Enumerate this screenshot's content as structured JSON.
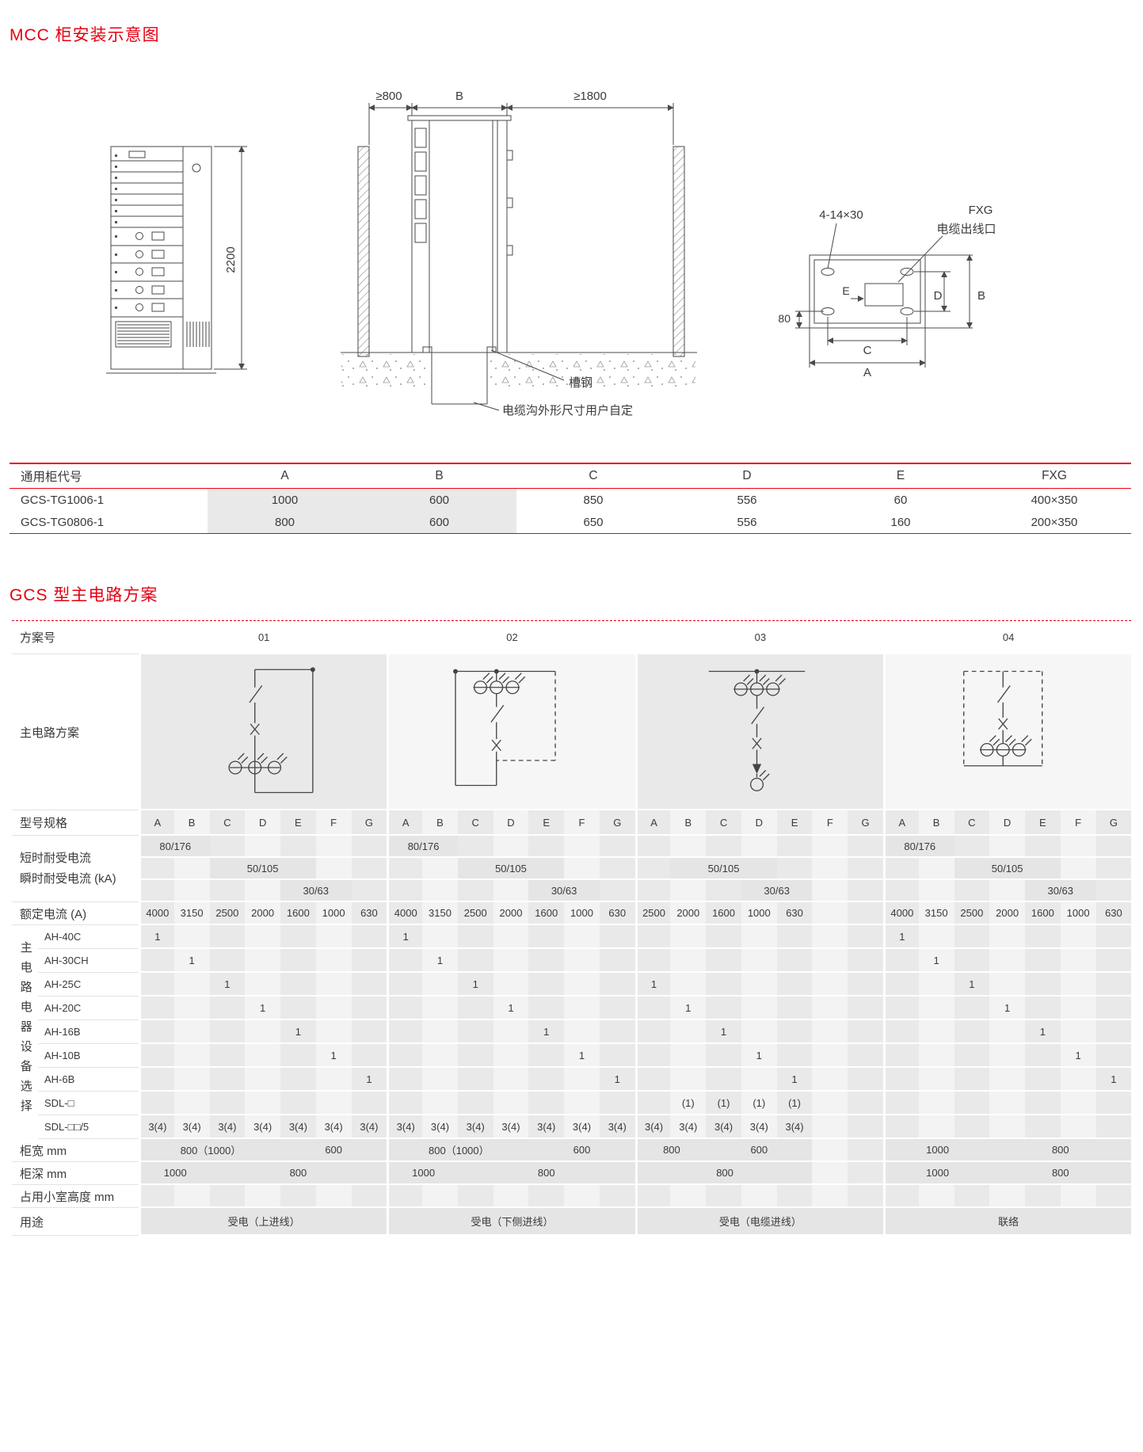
{
  "colors": {
    "accent_red": "#e60012",
    "shade_gray": "#e9e9e9"
  },
  "page": {
    "title_mcc": "MCC 柜安装示意图",
    "title_gcs": "GCS 型主电路方案"
  },
  "diagrams": {
    "front": {
      "dim_height": "2200"
    },
    "section": {
      "dim_left": "≥800",
      "dim_width": "B",
      "dim_right": "≥1800",
      "label_channel_steel": "槽钢",
      "label_trench_note": "电缆沟外形尺寸用户自定"
    },
    "plan": {
      "label_holes": "4-14×30",
      "label_fxg": "FXG",
      "label_cable_outlet": "电缆出线口",
      "dim_80": "80",
      "dim_e": "E",
      "dim_c": "C",
      "dim_a": "A",
      "dim_d": "D",
      "dim_b": "B"
    }
  },
  "dim_table": {
    "headers": [
      "通用柜代号",
      "A",
      "B",
      "C",
      "D",
      "E",
      "FXG"
    ],
    "rows": [
      [
        "GCS-TG1006-1",
        "1000",
        "600",
        "850",
        "556",
        "60",
        "400×350"
      ],
      [
        "GCS-TG0806-1",
        "800",
        "600",
        "650",
        "556",
        "160",
        "200×350"
      ]
    ]
  },
  "scheme_table": {
    "labels": {
      "scheme_no": "方案号",
      "main_circuit": "主电路方案",
      "model_spec": "型号规格",
      "withstand1": "短时耐受电流",
      "withstand2": "瞬时耐受电流 (kA)",
      "rated_current": "额定电流 (A)",
      "equipment_vertical": "主电路电器设备选择",
      "cab_width": "柜宽 mm",
      "cab_depth": "柜深 mm",
      "cell_height": "占用小室高度 mm",
      "usage": "用途"
    },
    "scheme_ids": [
      "01",
      "02",
      "03",
      "04"
    ],
    "letters": [
      "A",
      "B",
      "C",
      "D",
      "E",
      "F",
      "G"
    ],
    "withstand_rows": [
      {
        "cells": [
          [
            {
              "t": "80/176",
              "c": 0,
              "s": 2
            }
          ],
          [
            {
              "t": "80/176",
              "c": 0,
              "s": 2
            }
          ],
          [],
          [
            {
              "t": "80/176",
              "c": 0,
              "s": 2
            }
          ]
        ]
      },
      {
        "cells": [
          [
            {
              "t": "50/105",
              "c": 2,
              "s": 3
            }
          ],
          [
            {
              "t": "50/105",
              "c": 2,
              "s": 3
            }
          ],
          [
            {
              "t": "50/105",
              "c": 1,
              "s": 3
            }
          ],
          [
            {
              "t": "50/105",
              "c": 2,
              "s": 3
            }
          ]
        ]
      },
      {
        "cells": [
          [
            {
              "t": "30/63",
              "c": 4,
              "s": 2
            }
          ],
          [
            {
              "t": "30/63",
              "c": 4,
              "s": 2
            }
          ],
          [
            {
              "t": "30/63",
              "c": 3,
              "s": 2
            }
          ],
          [
            {
              "t": "30/63",
              "c": 4,
              "s": 2
            }
          ]
        ]
      }
    ],
    "rated": [
      [
        "4000",
        "3150",
        "2500",
        "2000",
        "1600",
        "1000",
        "630"
      ],
      [
        "4000",
        "3150",
        "2500",
        "2000",
        "1600",
        "1000",
        "630"
      ],
      [
        "2500",
        "2000",
        "1600",
        "1000",
        "630",
        "",
        ""
      ],
      [
        "4000",
        "3150",
        "2500",
        "2000",
        "1600",
        "1000",
        "630"
      ]
    ],
    "devices": [
      {
        "name": "AH-40C",
        "cells": [
          [
            "1",
            "",
            "",
            "",
            "",
            "",
            ""
          ],
          [
            "1",
            "",
            "",
            "",
            "",
            "",
            ""
          ],
          [
            "",
            "",
            "",
            "",
            "",
            "",
            ""
          ],
          [
            "1",
            "",
            "",
            "",
            "",
            "",
            ""
          ]
        ]
      },
      {
        "name": "AH-30CH",
        "cells": [
          [
            "",
            "1",
            "",
            "",
            "",
            "",
            ""
          ],
          [
            "",
            "1",
            "",
            "",
            "",
            "",
            ""
          ],
          [
            "",
            "",
            "",
            "",
            "",
            "",
            ""
          ],
          [
            "",
            "1",
            "",
            "",
            "",
            "",
            ""
          ]
        ]
      },
      {
        "name": "AH-25C",
        "cells": [
          [
            "",
            "",
            "1",
            "",
            "",
            "",
            ""
          ],
          [
            "",
            "",
            "1",
            "",
            "",
            "",
            ""
          ],
          [
            "1",
            "",
            "",
            "",
            "",
            "",
            ""
          ],
          [
            "",
            "",
            "1",
            "",
            "",
            "",
            ""
          ]
        ]
      },
      {
        "name": "AH-20C",
        "cells": [
          [
            "",
            "",
            "",
            "1",
            "",
            "",
            ""
          ],
          [
            "",
            "",
            "",
            "1",
            "",
            "",
            ""
          ],
          [
            "",
            "1",
            "",
            "",
            "",
            "",
            ""
          ],
          [
            "",
            "",
            "",
            "1",
            "",
            "",
            ""
          ]
        ]
      },
      {
        "name": "AH-16B",
        "cells": [
          [
            "",
            "",
            "",
            "",
            "1",
            "",
            ""
          ],
          [
            "",
            "",
            "",
            "",
            "1",
            "",
            ""
          ],
          [
            "",
            "",
            "1",
            "",
            "",
            "",
            ""
          ],
          [
            "",
            "",
            "",
            "",
            "1",
            "",
            ""
          ]
        ]
      },
      {
        "name": "AH-10B",
        "cells": [
          [
            "",
            "",
            "",
            "",
            "",
            "1",
            ""
          ],
          [
            "",
            "",
            "",
            "",
            "",
            "1",
            ""
          ],
          [
            "",
            "",
            "",
            "1",
            "",
            "",
            ""
          ],
          [
            "",
            "",
            "",
            "",
            "",
            "1",
            ""
          ]
        ]
      },
      {
        "name": "AH-6B",
        "cells": [
          [
            "",
            "",
            "",
            "",
            "",
            "",
            "1"
          ],
          [
            "",
            "",
            "",
            "",
            "",
            "",
            "1"
          ],
          [
            "",
            "",
            "",
            "",
            "1",
            "",
            ""
          ],
          [
            "",
            "",
            "",
            "",
            "",
            "",
            "1"
          ]
        ]
      },
      {
        "name": "SDL-□",
        "cells": [
          [
            "",
            "",
            "",
            "",
            "",
            "",
            ""
          ],
          [
            "",
            "",
            "",
            "",
            "",
            "",
            ""
          ],
          [
            "",
            "(1)",
            "(1)",
            "(1)",
            "(1)",
            "",
            ""
          ],
          [
            "",
            "",
            "",
            "",
            "",
            "",
            ""
          ]
        ]
      },
      {
        "name": "SDL-□□/5",
        "cells": [
          [
            "3(4)",
            "3(4)",
            "3(4)",
            "3(4)",
            "3(4)",
            "3(4)",
            "3(4)"
          ],
          [
            "3(4)",
            "3(4)",
            "3(4)",
            "3(4)",
            "3(4)",
            "3(4)",
            "3(4)"
          ],
          [
            "3(4)",
            "3(4)",
            "3(4)",
            "3(4)",
            "3(4)",
            "",
            ""
          ],
          [
            "",
            "",
            "",
            "",
            "",
            "",
            ""
          ]
        ]
      }
    ],
    "width_row": [
      [
        {
          "t": "800（1000）",
          "c": 0,
          "s": 4
        },
        {
          "t": "600",
          "c": 4,
          "s": 3
        }
      ],
      [
        {
          "t": "800（1000）",
          "c": 0,
          "s": 4
        },
        {
          "t": "600",
          "c": 4,
          "s": 3
        }
      ],
      [
        {
          "t": "800",
          "c": 0,
          "s": 2
        },
        {
          "t": "600",
          "c": 2,
          "s": 3
        }
      ],
      [
        {
          "t": "1000",
          "c": 0,
          "s": 3
        },
        {
          "t": "800",
          "c": 3,
          "s": 4
        }
      ]
    ],
    "depth_row": [
      [
        {
          "t": "1000",
          "c": 0,
          "s": 2
        },
        {
          "t": "800",
          "c": 2,
          "s": 5
        }
      ],
      [
        {
          "t": "1000",
          "c": 0,
          "s": 2
        },
        {
          "t": "800",
          "c": 2,
          "s": 5
        }
      ],
      [
        {
          "t": "800",
          "c": 0,
          "s": 5
        }
      ],
      [
        {
          "t": "1000",
          "c": 0,
          "s": 3
        },
        {
          "t": "800",
          "c": 3,
          "s": 4
        }
      ]
    ],
    "usage_row": [
      "受电（上进线）",
      "受电（下侧进线）",
      "受电（电缆进线）",
      "联络"
    ]
  }
}
